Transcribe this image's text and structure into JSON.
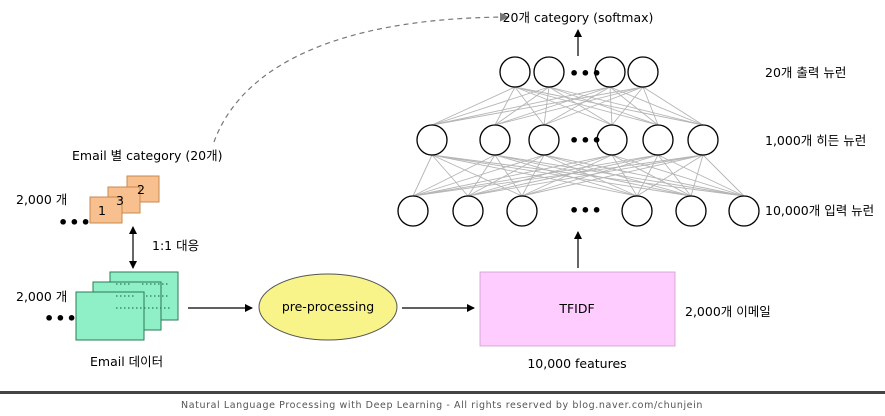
{
  "diagram": {
    "email_category_label": "Email 별 category (20개)",
    "count_label_top": "2,000 개",
    "count_label_bottom": "2,000 개",
    "ellipsis": "•••",
    "card_numbers": [
      "1",
      "3",
      "2"
    ],
    "mapping_label": "1:1 대응",
    "email_data_label": "Email 데이터",
    "preprocessing_label": "pre-processing",
    "tfidf_label": "TFIDF",
    "features_label": "10,000 features",
    "emails_label": "2,000개 이메일",
    "output_label": "20개 category (softmax)",
    "layers": {
      "output": "20개 출력 뉴런",
      "hidden": "1,000개 히든 뉴런",
      "input": "10,000개 입력 뉴런"
    },
    "neuron_ellipsis": "•••"
  },
  "footer": {
    "text": "Natural Language Processing with Deep Learning - All rights reserved by blog.naver.com/chunjein"
  },
  "colors": {
    "card_fill": "#f7c08e",
    "card_stroke": "#c98a4e",
    "doc_fill": "#8ff0c8",
    "doc_stroke": "#2b7a55",
    "ellipse_fill": "#f8f48a",
    "tfidf_fill": "#ffccff",
    "connection": "#b5b5b5",
    "footer_rule": "#444444"
  }
}
